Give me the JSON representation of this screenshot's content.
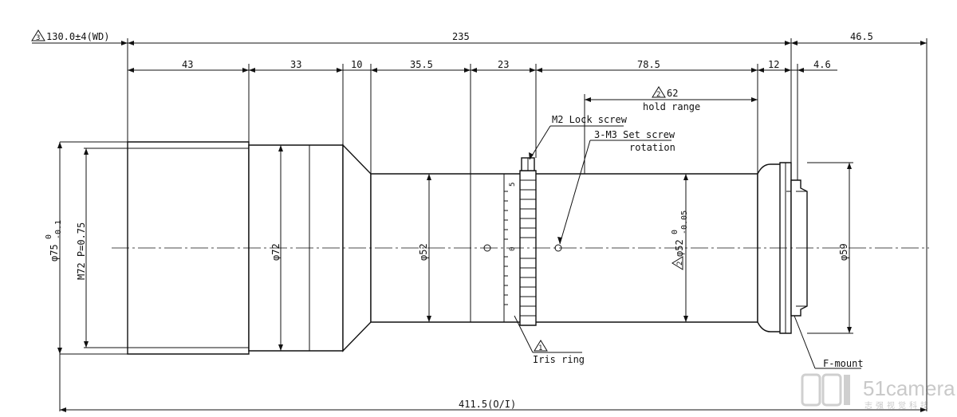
{
  "dims_top": {
    "wd": "130.0±4(WD)",
    "wd_mark": "3",
    "total": "235",
    "flange": "46.5",
    "s1": "43",
    "s2": "33",
    "s3": "10",
    "s4": "35.5",
    "s5": "23",
    "s6": "78.5",
    "s7": "12",
    "s8": "4.6",
    "hold_value": "62",
    "hold_mark": "2",
    "hold_label": "hold range"
  },
  "callouts": {
    "lock_screw": "M2 Lock screw",
    "set_screw": "3-M3 Set screw",
    "rotation": "rotation",
    "iris_mark": "1",
    "iris_ring": "Iris ring",
    "f_mount": "F-mount"
  },
  "diameters": {
    "d75": "φ75",
    "d75_tol_upper": "0",
    "d75_tol_lower": "-0.1",
    "m72": "M72 P=0.75",
    "d72": "φ72",
    "d52": "φ52",
    "d52b": "φ52",
    "d52b_tol_upper": "0",
    "d52b_tol_lower": "-0.05",
    "d52b_mark": "2",
    "d59": "φ59"
  },
  "iris_scale": {
    "top": "5",
    "mid": "0"
  },
  "bottom": {
    "total": "411.5(O/I)"
  },
  "watermark": {
    "brand": "51camera",
    "sub": "志强视觉科技"
  }
}
